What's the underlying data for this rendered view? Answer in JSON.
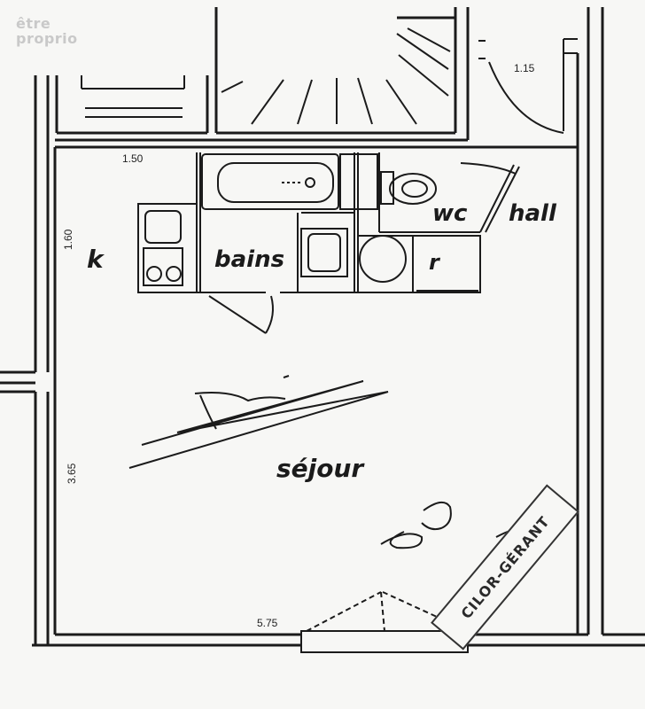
{
  "watermark": {
    "line1": "être",
    "line2": "proprio"
  },
  "rooms": {
    "k": "k",
    "bains": "bains",
    "wc": "wc",
    "hall": "hall",
    "r": "r",
    "sejour": "séjour"
  },
  "dimensions": {
    "top_right": "1.15",
    "kitchen_width": "1.50",
    "kitchen_depth": "1.60",
    "sejour_depth": "3.65",
    "sejour_width": "5.75"
  },
  "stamp": "CILOR-GÉRANT",
  "colors": {
    "ink": "#1b1b1b",
    "paper": "#f7f7f5",
    "watermark": "#c9c9c9"
  }
}
